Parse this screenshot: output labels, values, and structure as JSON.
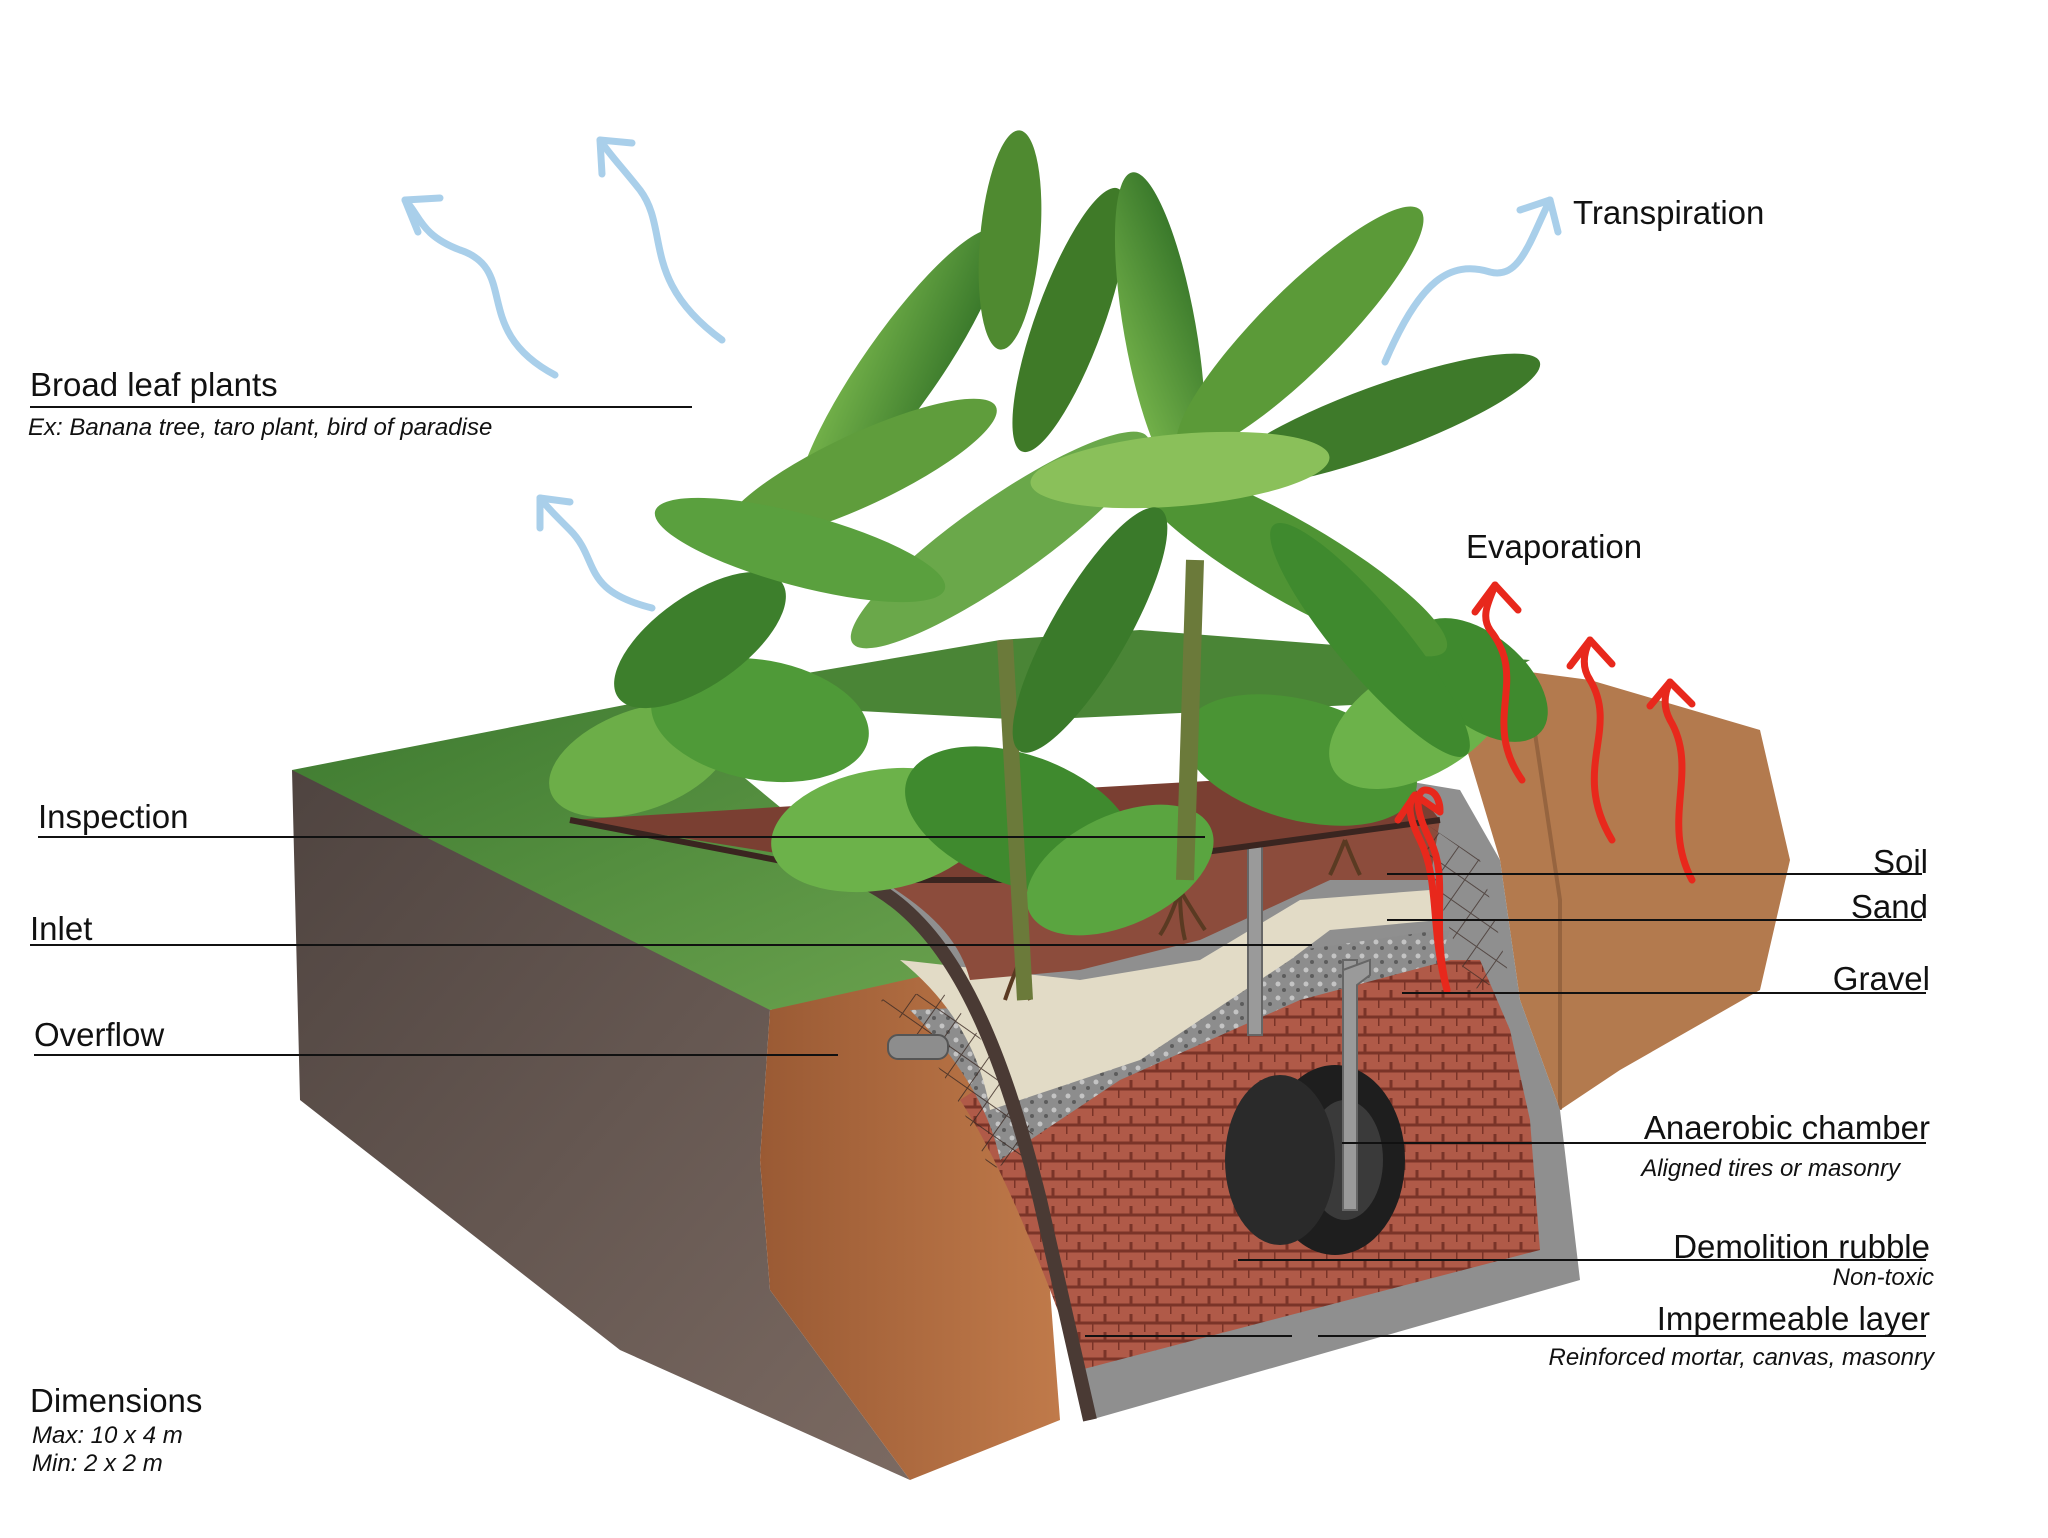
{
  "labels": {
    "broad_leaf": {
      "title": "Broad leaf plants",
      "sub": "Ex: Banana tree, taro plant, bird of paradise"
    },
    "transpiration": "Transpiration",
    "evaporation": "Evaporation",
    "inspection": "Inspection",
    "inlet": "Inlet",
    "overflow": "Overflow",
    "soil": "Soil",
    "sand": "Sand",
    "gravel": "Gravel",
    "anaerobic": {
      "title": "Anaerobic chamber",
      "sub": "Aligned tires or masonry"
    },
    "rubble": {
      "title": "Demolition rubble",
      "sub": "Non-toxic"
    },
    "impermeable": {
      "title": "Impermeable layer",
      "sub": "Reinforced mortar, canvas, masonry"
    },
    "dimensions": {
      "title": "Dimensions",
      "max": "Max: 10 x 4 m",
      "min": "Min: 2 x 2 m"
    }
  },
  "colors": {
    "transpiration_arrow": "#a9cfea",
    "evaporation_arrow": "#e8281c",
    "grass": "#4f8a3a",
    "soil_top": "#8c5a44",
    "side_wall": "#6d5a52",
    "earth": "#a8673d",
    "gravel": "#9a9a9a",
    "sand": "#ddd6c2",
    "concrete": "#8e8e8e",
    "rubble": "#b55a48",
    "leaf": "#5aa53a",
    "leaf_dark": "#2f6e25"
  }
}
